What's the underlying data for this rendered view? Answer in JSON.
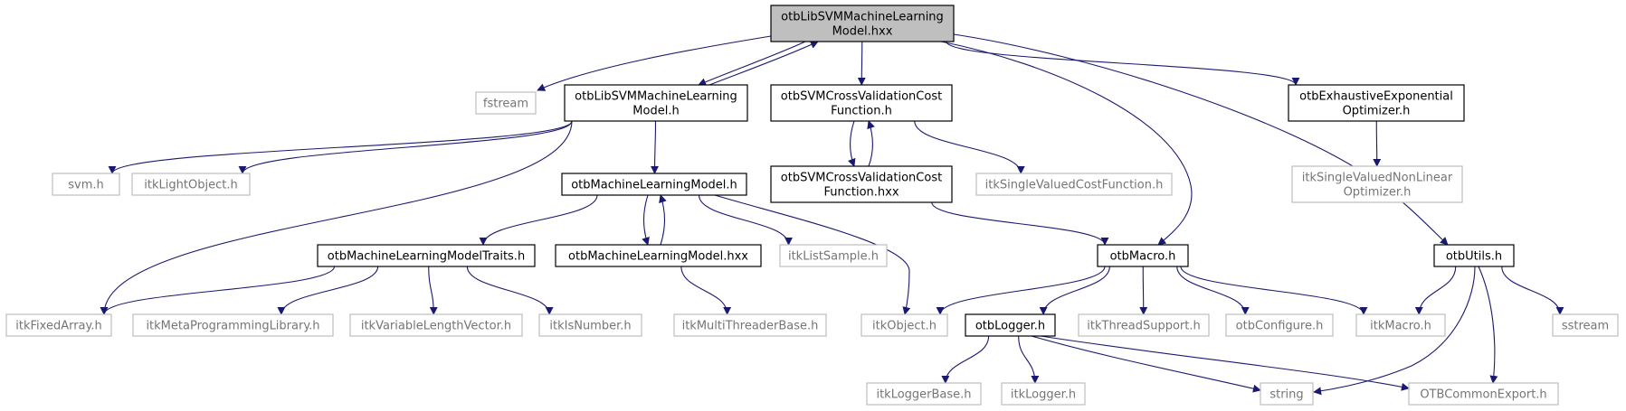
{
  "colors": {
    "edge": "#191970",
    "border_local": "#000000",
    "border_external": "#bfbfbf",
    "fill_root": "#bfbfbf",
    "fill_node": "#ffffff",
    "text_external": "#757575"
  },
  "nodes": [
    {
      "id": "root",
      "lines": [
        "otbLibSVMMachineLearning",
        "Model.hxx"
      ],
      "kind": "root"
    },
    {
      "id": "fstream",
      "lines": [
        "fstream"
      ],
      "kind": "external"
    },
    {
      "id": "libsvm_h",
      "lines": [
        "otbLibSVMMachineLearning",
        "Model.h"
      ],
      "kind": "local"
    },
    {
      "id": "svmcv_h",
      "lines": [
        "otbSVMCrossValidationCost",
        "Function.h"
      ],
      "kind": "local"
    },
    {
      "id": "exhaustive_h",
      "lines": [
        "otbExhaustiveExponential",
        "Optimizer.h"
      ],
      "kind": "local"
    },
    {
      "id": "svm_h",
      "lines": [
        "svm.h"
      ],
      "kind": "external"
    },
    {
      "id": "itklightobject",
      "lines": [
        "itkLightObject.h"
      ],
      "kind": "external"
    },
    {
      "id": "mlmodel_h",
      "lines": [
        "otbMachineLearningModel.h"
      ],
      "kind": "local"
    },
    {
      "id": "svmcv_hxx",
      "lines": [
        "otbSVMCrossValidationCost",
        "Function.hxx"
      ],
      "kind": "local"
    },
    {
      "id": "itksvcf",
      "lines": [
        "itkSingleValuedCostFunction.h"
      ],
      "kind": "external"
    },
    {
      "id": "itksvnlo",
      "lines": [
        "itkSingleValuedNonLinear",
        "Optimizer.h"
      ],
      "kind": "external"
    },
    {
      "id": "traits_h",
      "lines": [
        "otbMachineLearningModelTraits.h"
      ],
      "kind": "local"
    },
    {
      "id": "mlmodel_hxx",
      "lines": [
        "otbMachineLearningModel.hxx"
      ],
      "kind": "local"
    },
    {
      "id": "itklistsample",
      "lines": [
        "itkListSample.h"
      ],
      "kind": "external"
    },
    {
      "id": "otbmacro",
      "lines": [
        "otbMacro.h"
      ],
      "kind": "local"
    },
    {
      "id": "otbutils",
      "lines": [
        "otbUtils.h"
      ],
      "kind": "local"
    },
    {
      "id": "itkfixedarray",
      "lines": [
        "itkFixedArray.h"
      ],
      "kind": "external"
    },
    {
      "id": "itkmeta",
      "lines": [
        "itkMetaProgrammingLibrary.h"
      ],
      "kind": "external"
    },
    {
      "id": "itkvlv",
      "lines": [
        "itkVariableLengthVector.h"
      ],
      "kind": "external"
    },
    {
      "id": "itkisnumber",
      "lines": [
        "itkIsNumber.h"
      ],
      "kind": "external"
    },
    {
      "id": "itkmtb",
      "lines": [
        "itkMultiThreaderBase.h"
      ],
      "kind": "external"
    },
    {
      "id": "itkobject",
      "lines": [
        "itkObject.h"
      ],
      "kind": "external"
    },
    {
      "id": "otblogger",
      "lines": [
        "otbLogger.h"
      ],
      "kind": "local"
    },
    {
      "id": "itkthread",
      "lines": [
        "itkThreadSupport.h"
      ],
      "kind": "external"
    },
    {
      "id": "otbconfigure",
      "lines": [
        "otbConfigure.h"
      ],
      "kind": "external"
    },
    {
      "id": "itkmacro",
      "lines": [
        "itkMacro.h"
      ],
      "kind": "external"
    },
    {
      "id": "sstream",
      "lines": [
        "sstream"
      ],
      "kind": "external"
    },
    {
      "id": "itkloggerbase",
      "lines": [
        "itkLoggerBase.h"
      ],
      "kind": "external"
    },
    {
      "id": "itklogger",
      "lines": [
        "itkLogger.h"
      ],
      "kind": "external"
    },
    {
      "id": "string",
      "lines": [
        "string"
      ],
      "kind": "external"
    },
    {
      "id": "otbcommonexport",
      "lines": [
        "OTBCommonExport.h"
      ],
      "kind": "external"
    }
  ],
  "edges": [
    {
      "from": "root",
      "to": "fstream"
    },
    {
      "from": "root",
      "to": "libsvm_h"
    },
    {
      "from": "root",
      "to": "svmcv_h"
    },
    {
      "from": "root",
      "to": "otbmacro"
    },
    {
      "from": "root",
      "to": "exhaustive_h"
    },
    {
      "from": "root",
      "to": "otbutils"
    },
    {
      "from": "libsvm_h",
      "to": "root"
    },
    {
      "from": "libsvm_h",
      "to": "svm_h"
    },
    {
      "from": "libsvm_h",
      "to": "itklightobject"
    },
    {
      "from": "libsvm_h",
      "to": "mlmodel_h"
    },
    {
      "from": "libsvm_h",
      "to": "itkfixedarray"
    },
    {
      "from": "svmcv_h",
      "to": "svmcv_hxx"
    },
    {
      "from": "svmcv_h",
      "to": "itksvcf"
    },
    {
      "from": "svmcv_hxx",
      "to": "svmcv_h"
    },
    {
      "from": "svmcv_hxx",
      "to": "otbmacro"
    },
    {
      "from": "exhaustive_h",
      "to": "itksvnlo"
    },
    {
      "from": "mlmodel_h",
      "to": "traits_h"
    },
    {
      "from": "mlmodel_h",
      "to": "mlmodel_hxx"
    },
    {
      "from": "mlmodel_h",
      "to": "itklistsample"
    },
    {
      "from": "mlmodel_h",
      "to": "itkobject"
    },
    {
      "from": "mlmodel_hxx",
      "to": "mlmodel_h"
    },
    {
      "from": "mlmodel_hxx",
      "to": "itkmtb"
    },
    {
      "from": "traits_h",
      "to": "itkfixedarray"
    },
    {
      "from": "traits_h",
      "to": "itkmeta"
    },
    {
      "from": "traits_h",
      "to": "itkvlv"
    },
    {
      "from": "traits_h",
      "to": "itkisnumber"
    },
    {
      "from": "otbmacro",
      "to": "itkobject"
    },
    {
      "from": "otbmacro",
      "to": "otblogger"
    },
    {
      "from": "otbmacro",
      "to": "itkthread"
    },
    {
      "from": "otbmacro",
      "to": "otbconfigure"
    },
    {
      "from": "otbmacro",
      "to": "itkmacro"
    },
    {
      "from": "otbutils",
      "to": "itkmacro"
    },
    {
      "from": "otbutils",
      "to": "string"
    },
    {
      "from": "otbutils",
      "to": "otbcommonexport"
    },
    {
      "from": "otbutils",
      "to": "sstream"
    },
    {
      "from": "otblogger",
      "to": "itkloggerbase"
    },
    {
      "from": "otblogger",
      "to": "itklogger"
    },
    {
      "from": "otblogger",
      "to": "string"
    },
    {
      "from": "otblogger",
      "to": "otbcommonexport"
    }
  ]
}
